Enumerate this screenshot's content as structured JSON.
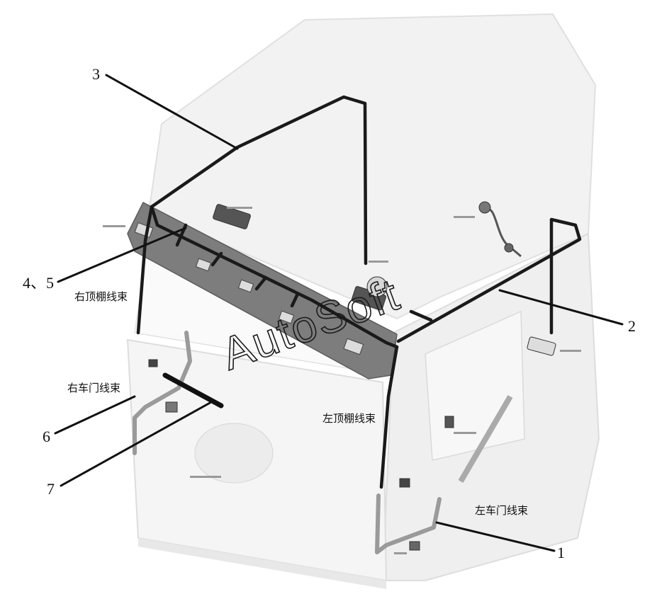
{
  "callouts": {
    "c1": "1",
    "c2": "2",
    "c3": "3",
    "c45": "4、5",
    "c6": "6",
    "c7": "7"
  },
  "labels": {
    "right_roof_harness": "右顶棚线束",
    "right_door_harness": "右车门线束",
    "left_roof_harness": "左顶棚线束",
    "left_door_harness": "左车门线束"
  },
  "watermark": "AutoSoft",
  "colors": {
    "cab_fill": "#f1f1f1",
    "panel_fill": "#7d7d7d",
    "harness": "#1a1a1a",
    "leader": "#111111"
  }
}
